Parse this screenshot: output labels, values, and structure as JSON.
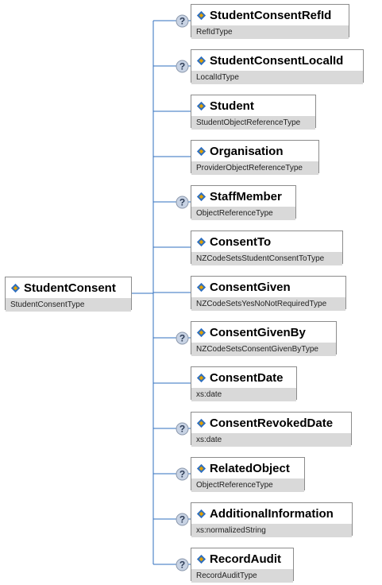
{
  "root": {
    "name": "StudentConsent",
    "type": "StudentConsentType"
  },
  "children": [
    {
      "name": "StudentConsentRefId",
      "type": "RefIdType",
      "optional": true
    },
    {
      "name": "StudentConsentLocalId",
      "type": "LocalIdType",
      "optional": true
    },
    {
      "name": "Student",
      "type": "StudentObjectReferenceType",
      "optional": false
    },
    {
      "name": "Organisation",
      "type": "ProviderObjectReferenceType",
      "optional": false
    },
    {
      "name": "StaffMember",
      "type": "ObjectReferenceType",
      "optional": true
    },
    {
      "name": "ConsentTo",
      "type": "NZCodeSetsStudentConsentToType",
      "optional": false
    },
    {
      "name": "ConsentGiven",
      "type": "NZCodeSetsYesNoNotRequiredType",
      "optional": false
    },
    {
      "name": "ConsentGivenBy",
      "type": "NZCodeSetsConsentGivenByType",
      "optional": true
    },
    {
      "name": "ConsentDate",
      "type": "xs:date",
      "optional": false
    },
    {
      "name": "ConsentRevokedDate",
      "type": "xs:date",
      "optional": true
    },
    {
      "name": "RelatedObject",
      "type": "ObjectReferenceType",
      "optional": true
    },
    {
      "name": "AdditionalInformation",
      "type": "xs:normalizedString",
      "optional": true
    },
    {
      "name": "RecordAudit",
      "type": "RecordAuditType",
      "optional": true
    }
  ],
  "colors": {
    "connector": "#2f6fbf",
    "border": "#8c8c8c",
    "typebar": "#d9d9d9",
    "icon": "#2f6fbf",
    "icon_accent": "#e0a000"
  },
  "icons": {
    "element": "element-icon",
    "optional": "optional-question-icon"
  },
  "optional_glyph": "?"
}
